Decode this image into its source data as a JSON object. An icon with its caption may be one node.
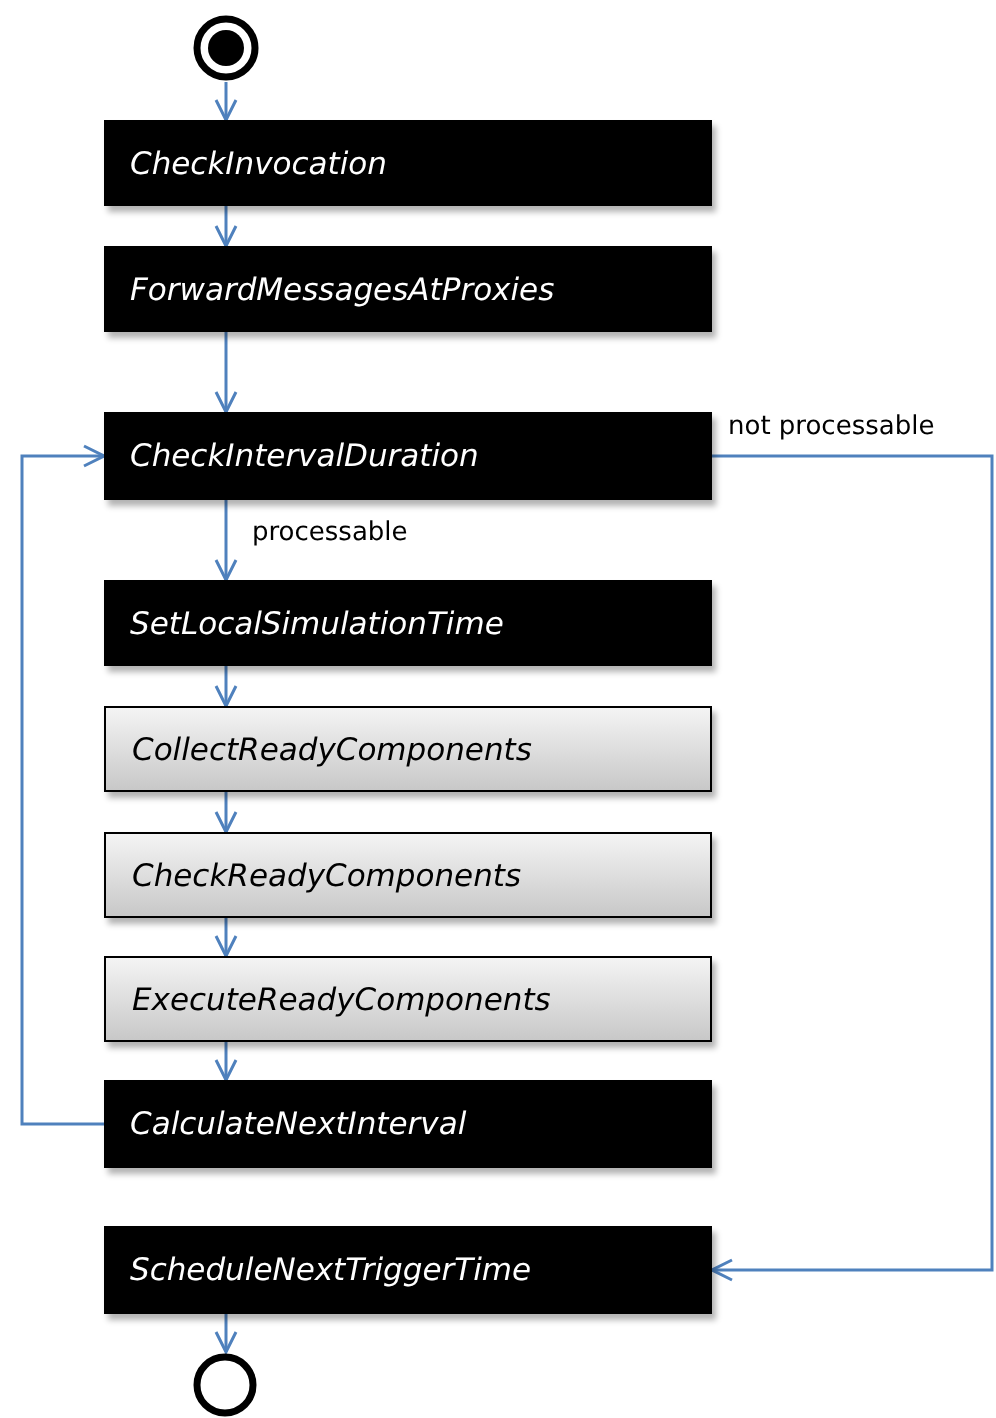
{
  "diagram": {
    "nodes": [
      {
        "text": [],
        "shape": "circle"
      },
      {
        "text": [
          "CheckInvocation"
        ]
      },
      {
        "text": [
          "ForwardMessagesAtProxies"
        ]
      },
      {
        "text": [
          "CheckIntervalDuration"
        ]
      },
      {
        "text": [
          "SetLocalSimulationTime"
        ]
      },
      {
        "text": [
          "CollectReadyComponents"
        ]
      },
      {
        "text": [
          "CheckReadyComponents"
        ]
      },
      {
        "text": [
          "ExecuteReadyComponents"
        ]
      },
      {
        "text": [
          "CalculateNextInterval"
        ]
      },
      {
        "text": [
          "ScheduleNextTriggerTime"
        ]
      },
      {
        "text": [],
        "shape": "circle"
      }
    ],
    "edges": [
      {
        "from": 0,
        "to": 1,
        "arrow": "to"
      },
      {
        "from": 1,
        "to": 2,
        "arrow": "to"
      },
      {
        "from": 2,
        "to": 3,
        "arrow": "to"
      },
      {
        "from": 3,
        "to": 4,
        "arrow": "to",
        "label": "processable"
      },
      {
        "from": 4,
        "to": 5,
        "arrow": "to"
      },
      {
        "from": 5,
        "to": 6,
        "arrow": "to"
      },
      {
        "from": 6,
        "to": 7,
        "arrow": "to"
      },
      {
        "from": 7,
        "to": 8,
        "arrow": "to"
      },
      {
        "from": 8,
        "to": 3,
        "arrow": "to"
      },
      {
        "from": 3,
        "to": 9,
        "arrow": "to",
        "label": "not processable"
      },
      {
        "from": 9,
        "to": 10,
        "arrow": "to"
      }
    ]
  }
}
